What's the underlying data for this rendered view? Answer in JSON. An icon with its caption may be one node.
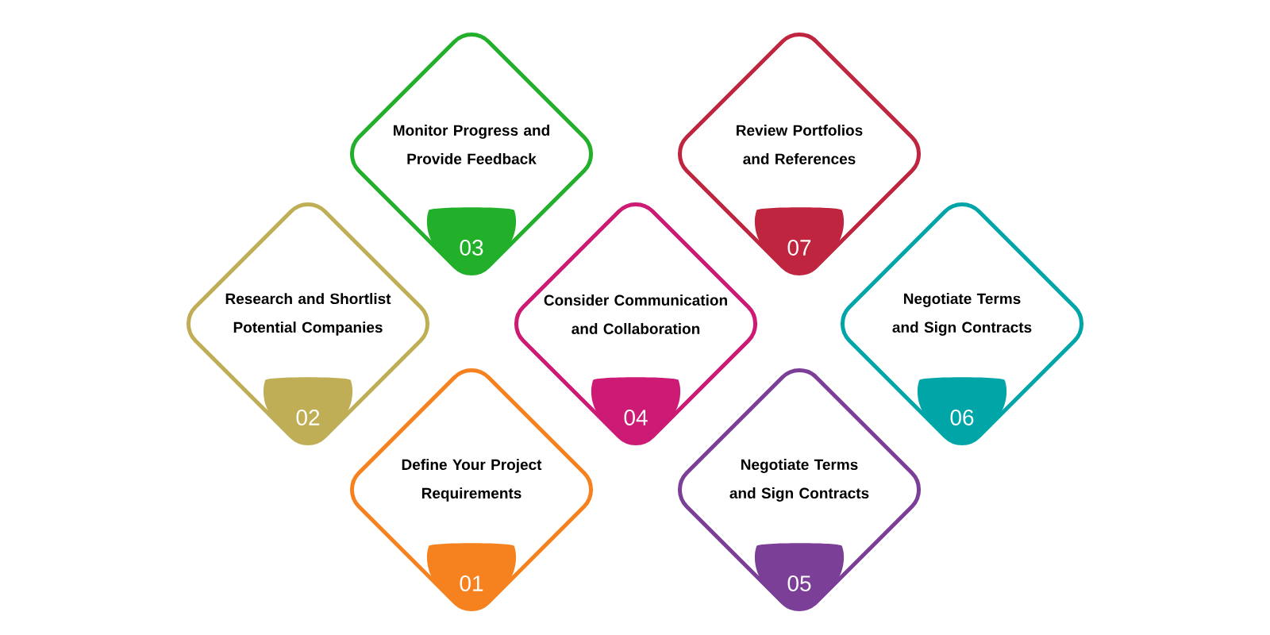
{
  "diagram": {
    "nodes": [
      {
        "text": [
          "Define Your Project Requirements"
        ]
      },
      {
        "text": [
          "01"
        ],
        "in": 0
      },
      {
        "text": [
          "Research and Shortlist Potential Companies"
        ]
      },
      {
        "text": [
          "02"
        ],
        "in": 2
      },
      {
        "text": [
          "Monitor Progress and Provide Feedback"
        ]
      },
      {
        "text": [
          "03"
        ],
        "in": 4
      },
      {
        "text": [
          "Consider Communication and Collaboration"
        ]
      },
      {
        "text": [
          "04"
        ],
        "in": 6
      },
      {
        "text": [
          "Negotiate Terms and Sign Contracts"
        ]
      },
      {
        "text": [
          "05"
        ],
        "in": 8
      },
      {
        "text": [
          "Negotiate Terms and Sign Contracts"
        ]
      },
      {
        "text": [
          "06"
        ],
        "in": 10
      },
      {
        "text": [
          "Review Portfolios and References"
        ]
      },
      {
        "text": [
          "07"
        ],
        "in": 12
      }
    ],
    "edges": []
  }
}
